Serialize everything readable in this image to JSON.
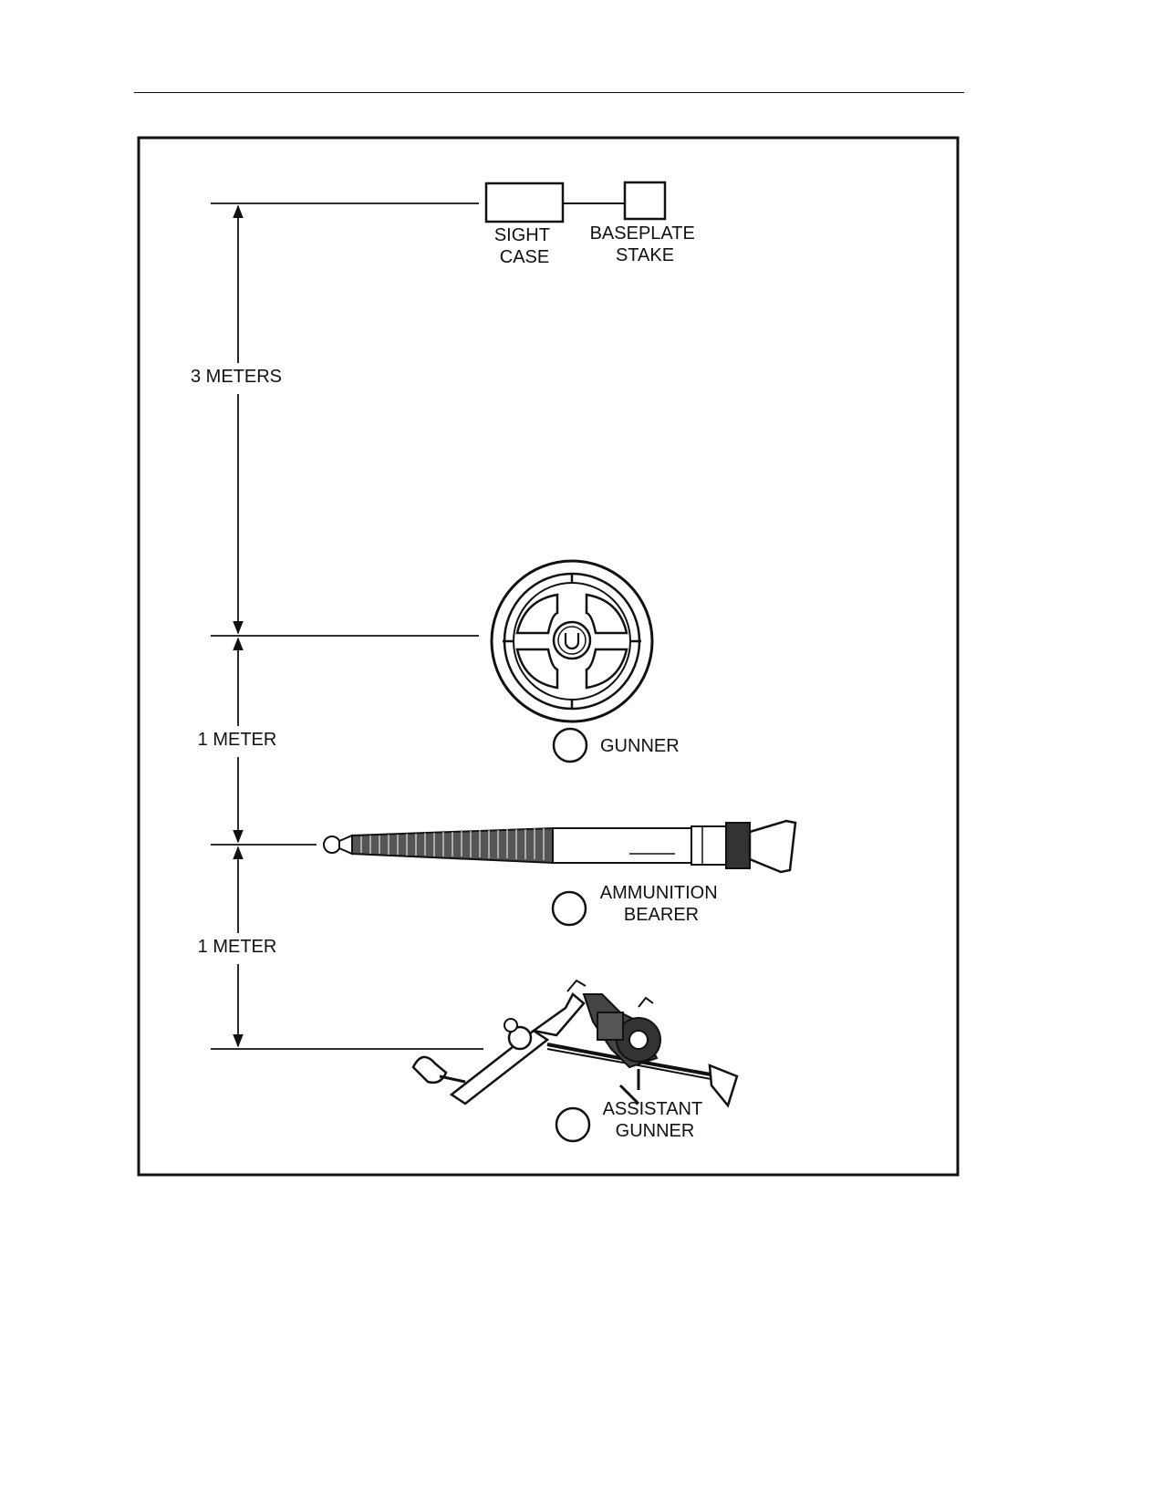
{
  "diagram": {
    "labels": {
      "sight_case": [
        "SIGHT",
        "CASE"
      ],
      "baseplate_stake": [
        "BASEPLATE",
        "STAKE"
      ],
      "dim_top": "3 METERS",
      "dim_middle": "1 METER",
      "dim_bottom": "1 METER",
      "gunner": "GUNNER",
      "ammunition_bearer": [
        "AMMUNITION",
        "BEARER"
      ],
      "assistant_gunner": [
        "ASSISTANT",
        "GUNNER"
      ]
    },
    "icons": {
      "baseplate": "baseplate-icon",
      "mortar_tube": "mortar-tube-icon",
      "bipod": "bipod-icon",
      "position_marker": "position-circle-icon"
    }
  }
}
